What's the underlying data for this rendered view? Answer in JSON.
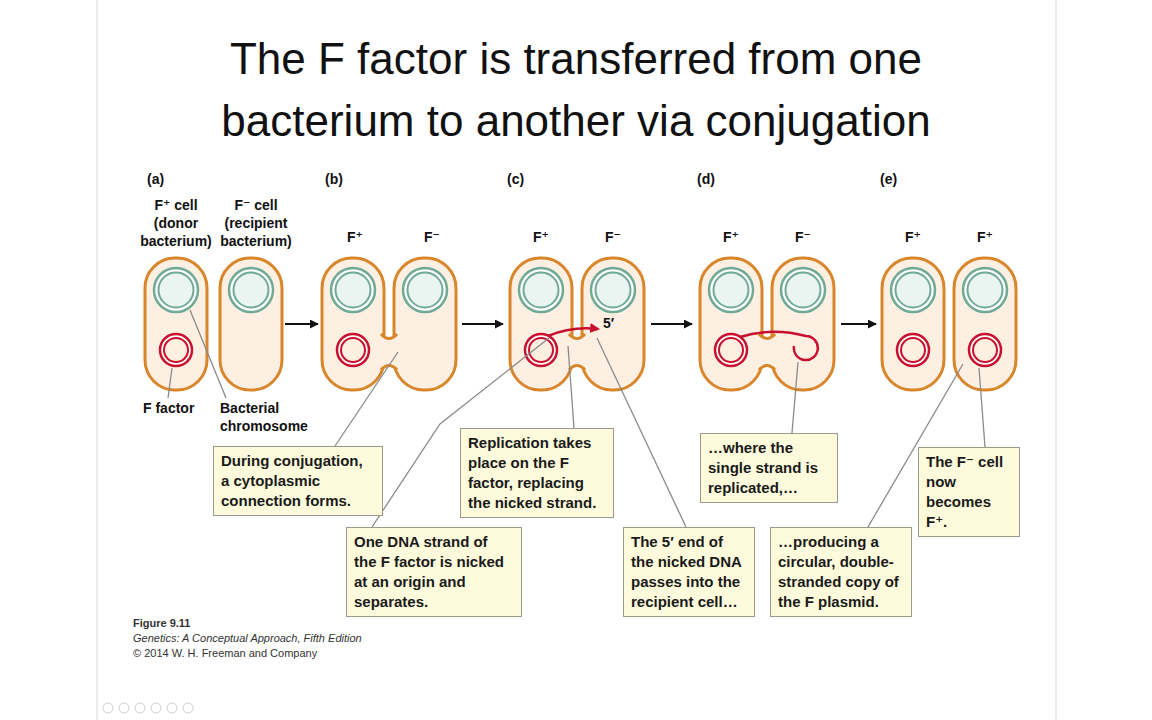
{
  "diagram": {
    "title": "The F factor is transferred from one bacterium to another via conjugation",
    "caption": "Figure 9.11",
    "nodes": [
      {
        "text": [
          "During conjugation, a cytoplasmic connection forms."
        ]
      },
      {
        "text": [
          "One DNA strand of the F factor is nicked at an origin and separates."
        ]
      },
      {
        "text": [
          "Replication takes place on the F factor, replacing the nicked strand."
        ]
      },
      {
        "text": [
          "The 5′ end of the nicked DNA passes into the recipient cell…"
        ]
      },
      {
        "text": [
          "…where the single strand is replicated,…"
        ]
      },
      {
        "text": [
          "…producing a circular, double-stranded copy of the F plasmid."
        ]
      },
      {
        "text": [
          "The F⁻ cell now becomes F⁺."
        ]
      }
    ],
    "labels": [
      "(a)",
      "F⁺ cell (donor bacterium)",
      "F⁻ cell (recipient bacterium)",
      "F factor",
      "Bacterial chromosome",
      "(b)",
      "F⁺",
      "F⁻",
      "(c)",
      "F⁺",
      "F⁻",
      "5′",
      "(d)",
      "F⁺",
      "F⁻",
      "(e)",
      "F⁺",
      "F⁺",
      "Genetics: A Conceptual Approach, Fifth Edition",
      "© 2014 W. H. Freeman and Company"
    ]
  }
}
